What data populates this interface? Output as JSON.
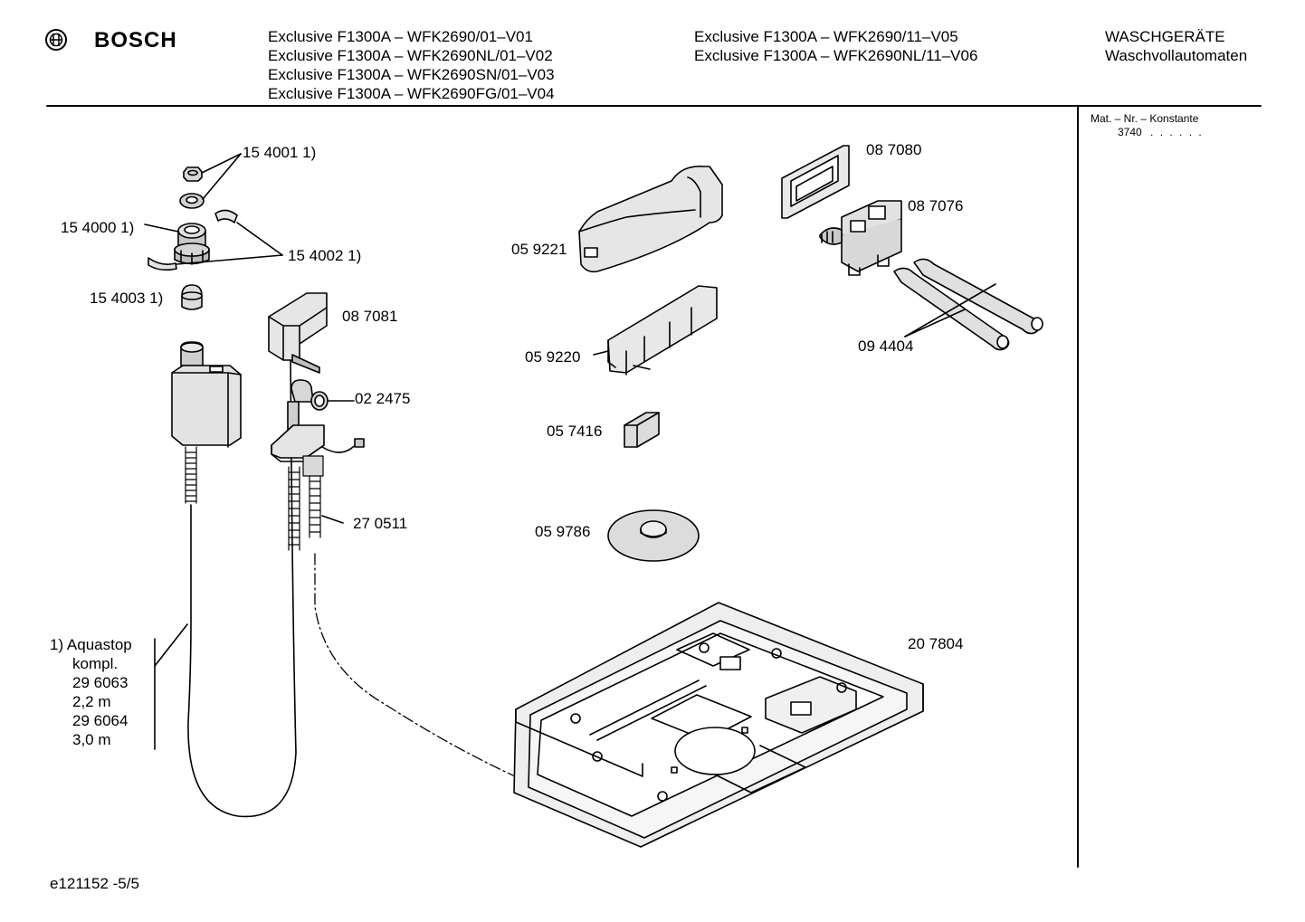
{
  "header": {
    "brand": "BOSCH",
    "models_col1": [
      "Exclusive F1300A – WFK2690/01–V01",
      "Exclusive F1300A – WFK2690NL/01–V02",
      "Exclusive F1300A – WFK2690SN/01–V03",
      "Exclusive F1300A – WFK2690FG/01–V04"
    ],
    "models_col2": [
      "Exclusive F1300A – WFK2690/11–V05",
      "Exclusive F1300A – WFK2690NL/11–V06"
    ],
    "category": [
      "WASCHGERÄTE",
      "Waschvollautomaten"
    ]
  },
  "sidebar": {
    "title": "Mat. – Nr. – Konstante",
    "value": "3740",
    "dots": ". .   . . . ."
  },
  "parts": {
    "p154001": "15 4001 1)",
    "p154000": "15 4000 1)",
    "p154002": "15 4002 1)",
    "p154003": "15 4003 1)",
    "p087081": "08 7081",
    "p022475": "02 2475",
    "p270511": "27 0511",
    "p059221": "05 9221",
    "p059220": "05 9220",
    "p057416": "05 7416",
    "p059786": "05 9786",
    "p087080": "08 7080",
    "p087076": "08 7076",
    "p094404": "09 4404",
    "p207804": "20 7804"
  },
  "note": {
    "lines": [
      "1)  Aquastop",
      "kompl.",
      "29 6063",
      "2,2 m",
      "29 6064",
      "3,0 m"
    ]
  },
  "footer": {
    "doc_id": "e121152 -5/5"
  }
}
